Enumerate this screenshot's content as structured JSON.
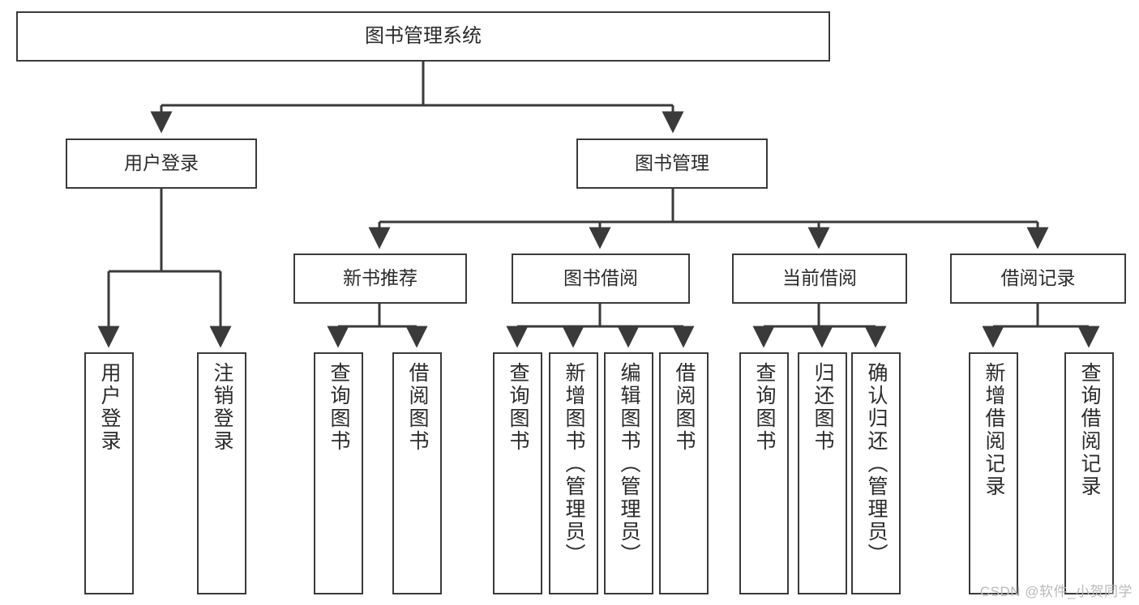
{
  "diagram": {
    "title": "图书管理系统",
    "type": "tree",
    "watermark": "CSDN @软件_小贺同学",
    "colors": {
      "box_border": "#3a3a3a",
      "box_fill": "#ffffff",
      "connector": "#3a3a3a",
      "text": "#2b2b2b",
      "watermark": "#b9b9b9"
    },
    "root": {
      "id": "root",
      "label": "图书管理系统"
    },
    "level2": [
      {
        "id": "user-login",
        "label": "用户登录"
      },
      {
        "id": "book-manage",
        "label": "图书管理"
      }
    ],
    "level3": [
      {
        "id": "new-book-recommend",
        "label": "新书推荐",
        "parent": "book-manage"
      },
      {
        "id": "book-borrow",
        "label": "图书借阅",
        "parent": "book-manage"
      },
      {
        "id": "current-borrow",
        "label": "当前借阅",
        "parent": "book-manage"
      },
      {
        "id": "borrow-record",
        "label": "借阅记录",
        "parent": "book-manage"
      }
    ],
    "leaves": [
      {
        "id": "leaf-user-login",
        "label": "用户登录",
        "parent": "user-login"
      },
      {
        "id": "leaf-logout-login",
        "label": "注销登录",
        "parent": "user-login"
      },
      {
        "id": "leaf-query-book-1",
        "label": "查询图书",
        "parent": "new-book-recommend"
      },
      {
        "id": "leaf-borrow-book-1",
        "label": "借阅图书",
        "parent": "new-book-recommend"
      },
      {
        "id": "leaf-query-book-2",
        "label": "查询图书",
        "parent": "book-borrow"
      },
      {
        "id": "leaf-add-book",
        "label": "新增图书（管理员）",
        "parent": "book-borrow"
      },
      {
        "id": "leaf-edit-book",
        "label": "编辑图书（管理员）",
        "parent": "book-borrow"
      },
      {
        "id": "leaf-borrow-book-2",
        "label": "借阅图书",
        "parent": "book-borrow"
      },
      {
        "id": "leaf-query-book-3",
        "label": "查询图书",
        "parent": "current-borrow"
      },
      {
        "id": "leaf-return-book",
        "label": "归还图书",
        "parent": "current-borrow"
      },
      {
        "id": "leaf-confirm-return",
        "label": "确认归还（管理员）",
        "parent": "current-borrow"
      },
      {
        "id": "leaf-add-record",
        "label": "新增借阅记录",
        "parent": "borrow-record"
      },
      {
        "id": "leaf-query-record",
        "label": "查询借阅记录",
        "parent": "borrow-record"
      }
    ]
  }
}
